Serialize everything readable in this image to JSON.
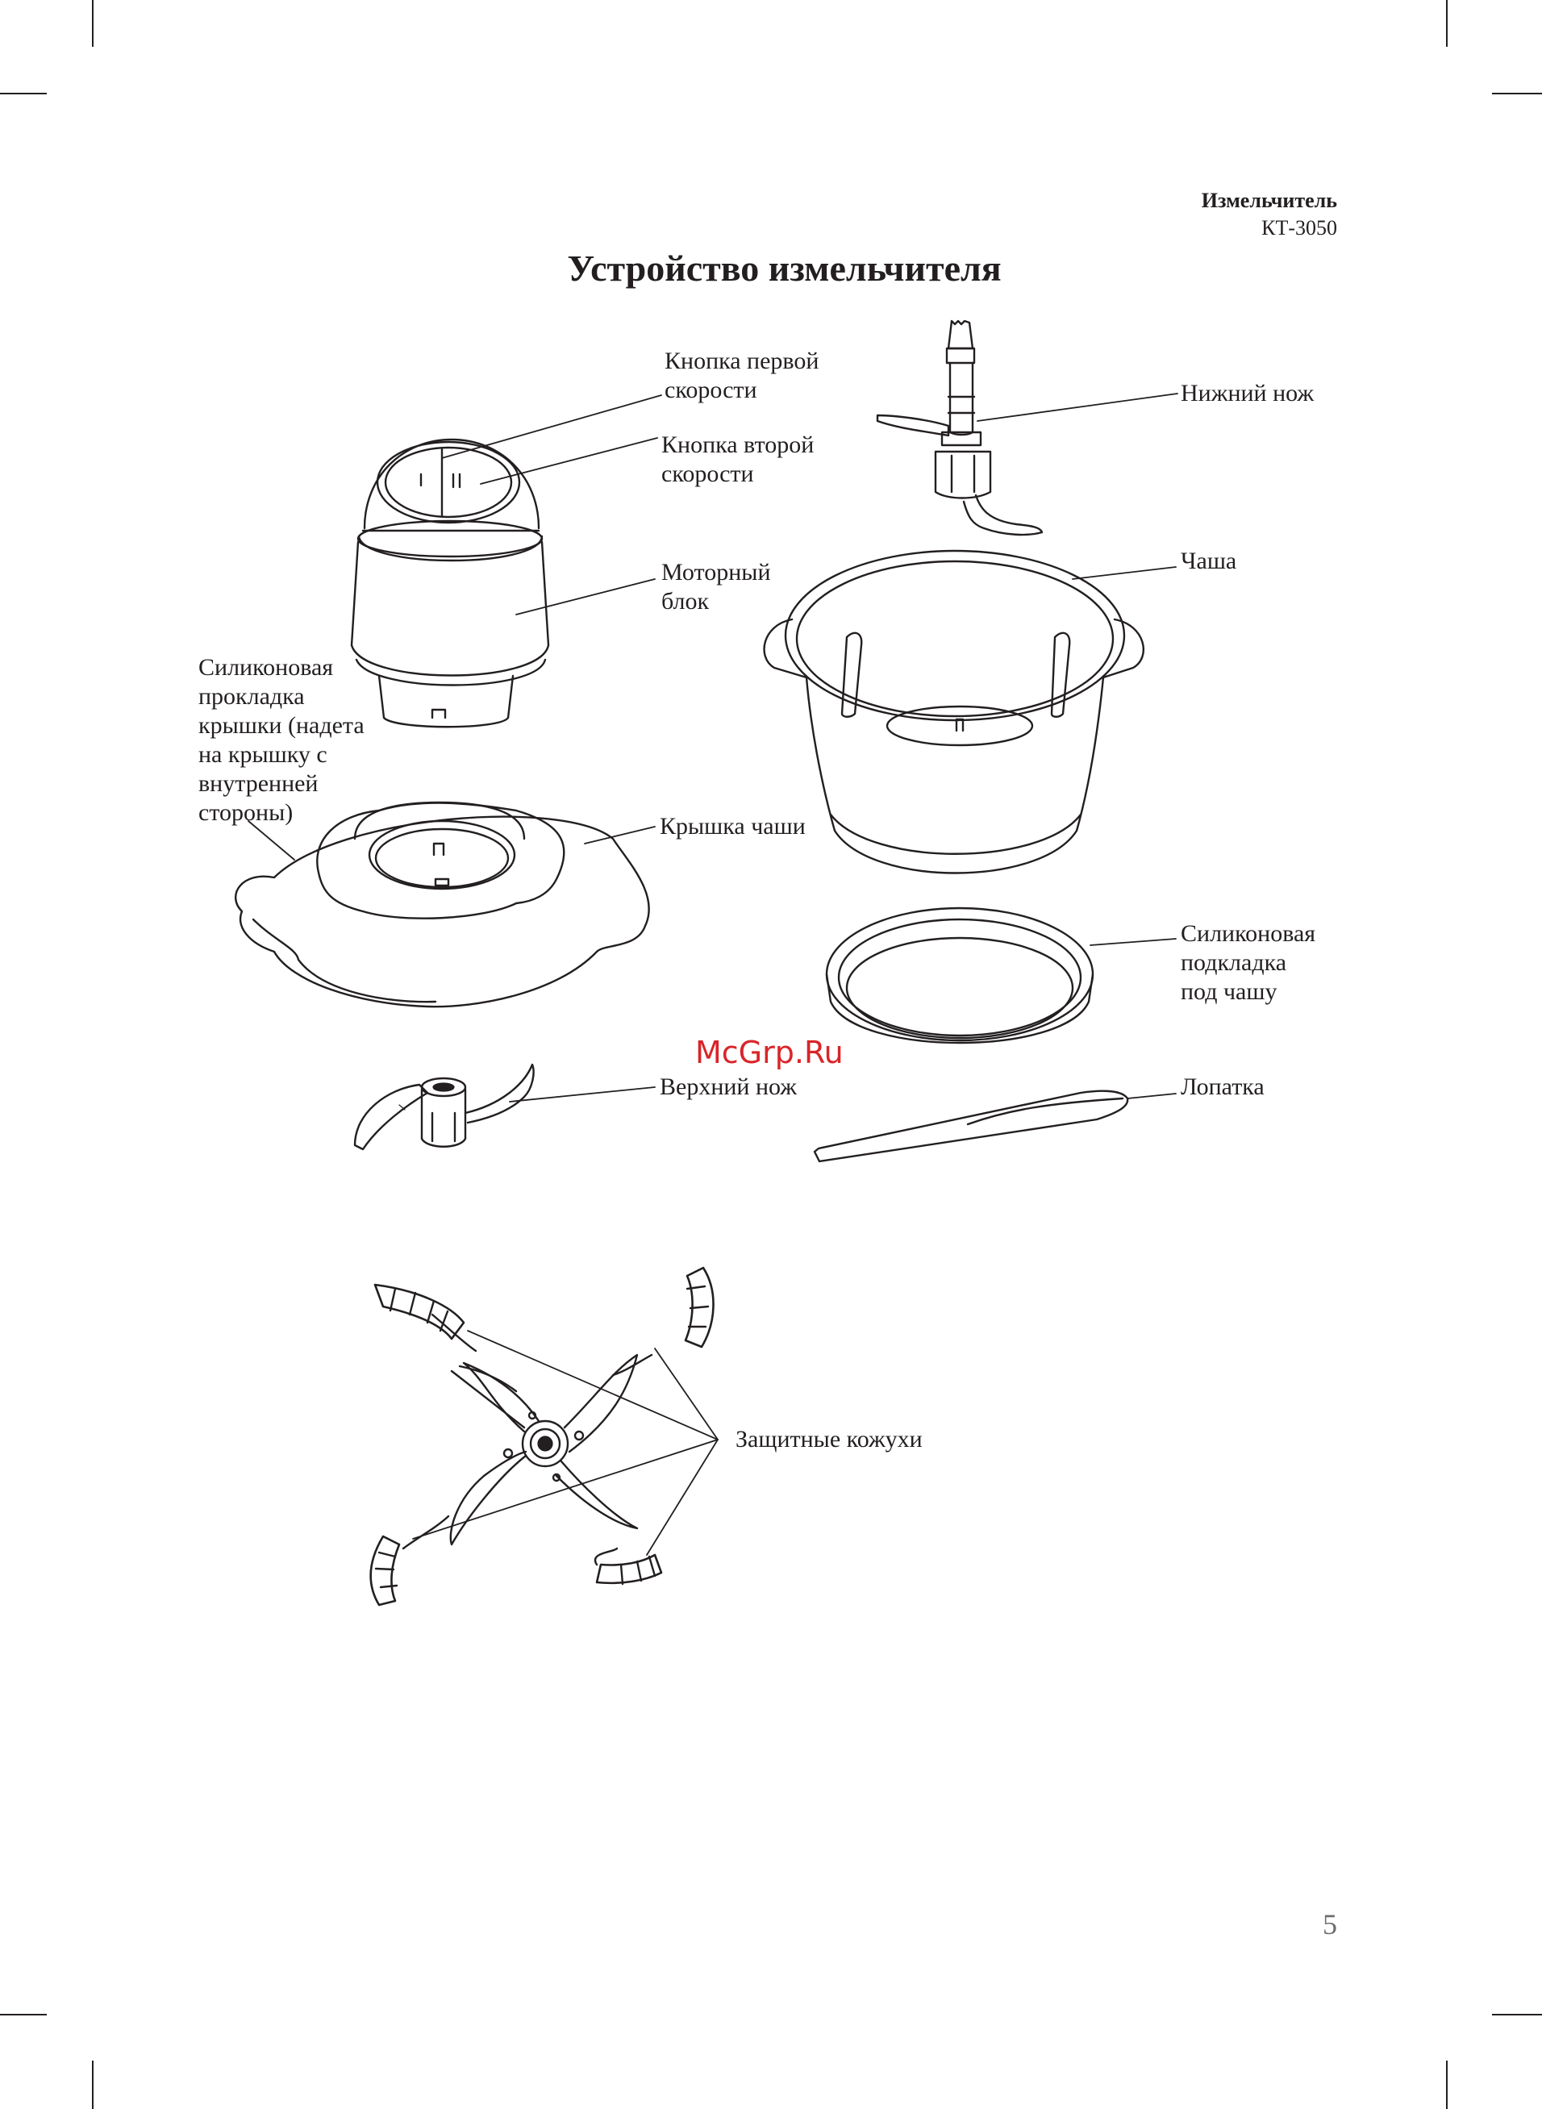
{
  "header": {
    "product": "Измельчитель",
    "model": "КТ-3050"
  },
  "title": "Устройство измельчителя",
  "labels": {
    "first_speed_button": [
      "Кнопка первой",
      "скорости"
    ],
    "second_speed_button": [
      "Кнопка второй",
      "скорости"
    ],
    "motor_unit": [
      "Моторный",
      "блок"
    ],
    "lid_silicone_gasket": [
      "Силиконовая",
      "прокладка",
      "крышки (надета",
      "на крышку с",
      "внутренней",
      "стороны)"
    ],
    "bowl_lid": "Крышка чаши",
    "upper_blade": "Верхний нож",
    "lower_blade": "Нижний нож",
    "bowl": "Чаша",
    "bowl_silicone_base": [
      "Силиконовая",
      "подкладка",
      "под чашу"
    ],
    "spatula": "Лопатка",
    "protective_covers": "Защитные кожухи"
  },
  "watermark": "McGrp.Ru",
  "page_number": "5"
}
